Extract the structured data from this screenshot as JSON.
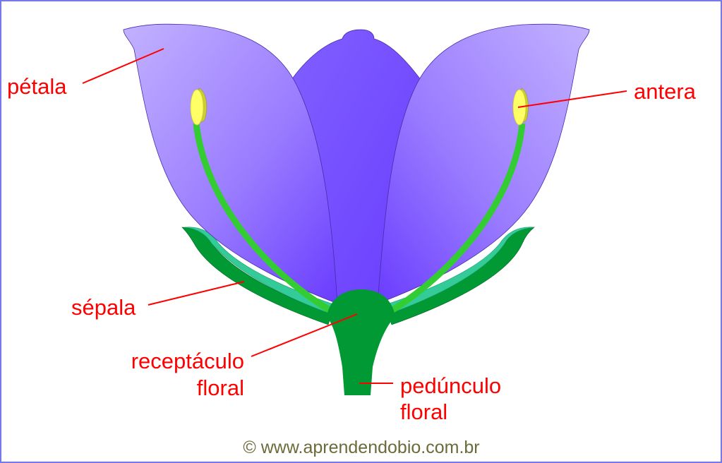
{
  "diagram": {
    "title": "Estrutura da flor",
    "colors": {
      "label": "#ff0000",
      "petal_light": "#bba8ff",
      "petal_dark": "#6a3cff",
      "stamen_filament": "#33cc33",
      "anther": "#ffff66",
      "anther_shade": "#cccc33",
      "sepal_light": "#33cc99",
      "sepal_dark": "#009933",
      "receptacle": "#009933",
      "border": "#7777ee",
      "credit": "#6b6b3a"
    },
    "labels": {
      "petala": "pétala",
      "antera": "antera",
      "sepala": "sépala",
      "receptaculo_line1": "receptáculo",
      "receptaculo_line2": "floral",
      "pedunculo_line1": "pedúnculo",
      "pedunculo_line2": "floral"
    },
    "credit": "© www.aprendendobio.com.br"
  }
}
